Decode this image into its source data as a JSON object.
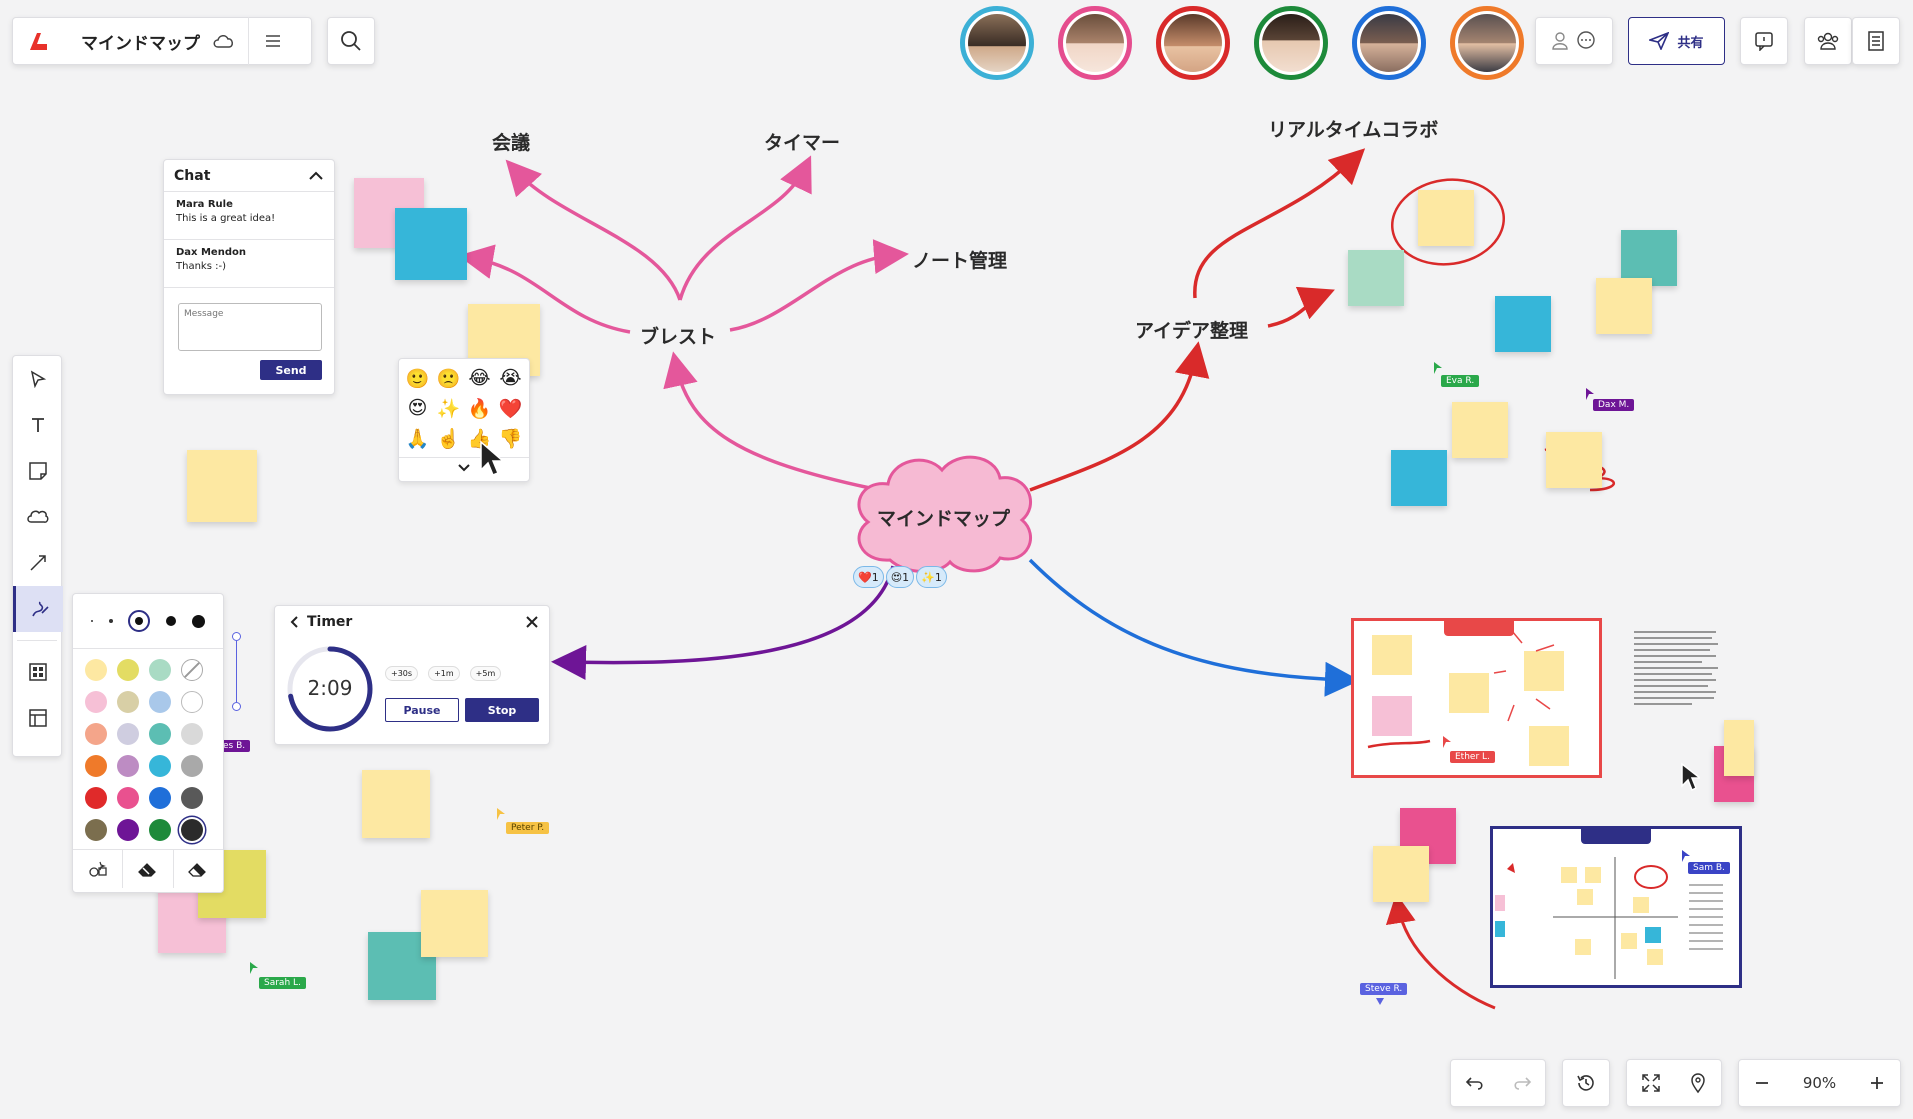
{
  "header": {
    "title": "マインドマップ",
    "share_label": "共有"
  },
  "mindmap": {
    "center": "マインドマップ",
    "brainstorm": "ブレスト",
    "meeting": "会議",
    "timer": "タイマー",
    "notes": "ノート管理",
    "ideas": "アイデア整理",
    "realtime": "リアルタイムコラボ"
  },
  "reactions": [
    {
      "emoji": "❤️",
      "count": "1"
    },
    {
      "emoji": "😍",
      "count": "1"
    },
    {
      "emoji": "✨",
      "count": "1"
    }
  ],
  "chat": {
    "title": "Chat",
    "messages": [
      {
        "author": "Mara Rule",
        "text": "This is a great idea!"
      },
      {
        "author": "Dax Mendon",
        "text": "Thanks :-)"
      }
    ],
    "placeholder": "Message",
    "send_label": "Send"
  },
  "timer": {
    "title": "Timer",
    "time": "2:09",
    "add_options": [
      "+30s",
      "+1m",
      "+5m"
    ],
    "pause_label": "Pause",
    "stop_label": "Stop",
    "remaining_fraction": 0.72
  },
  "emoji_picker": {
    "emojis": [
      "🙂",
      "🙁",
      "😂",
      "😭",
      "😍",
      "✨",
      "🔥",
      "❤️",
      "🙏",
      "☝️",
      "👍",
      "👎"
    ]
  },
  "pen_palette": {
    "colors": [
      "#fde8a2",
      "#e3dc63",
      "#a9dbc4",
      "none",
      "#f6c0d6",
      "#d8cfa6",
      "#a9c8ea",
      "#ffffff",
      "#f4a58a",
      "#cfcde0",
      "#5cbeb3",
      "#d9d9d9",
      "#ef7a2a",
      "#bd8cc3",
      "#36b6d9",
      "#a9a9a9",
      "#e02a2a",
      "#e9518f",
      "#1f6fd9",
      "#595959",
      "#7b6e4e",
      "#6e1596",
      "#1d8a3a",
      "#2b2b2b"
    ]
  },
  "cursors": [
    {
      "name": "Eva R.",
      "color": "#2aa84a"
    },
    {
      "name": "Dax M.",
      "color": "#6e1596"
    },
    {
      "name": "Peter P.",
      "color": "#f6c244"
    },
    {
      "name": "Sarah L.",
      "color": "#2aa84a"
    },
    {
      "name": "Ether L.",
      "color": "#e84848"
    },
    {
      "name": "Sam B.",
      "color": "#3a44c6"
    },
    {
      "name": "Steve R.",
      "color": "#5a62e0"
    },
    {
      "name": "es B.",
      "color": "#6e1596"
    }
  ],
  "zoom": {
    "level": "90%"
  },
  "avatars": [
    {
      "ring": "#3cb0d6"
    },
    {
      "ring": "#e54d8e"
    },
    {
      "ring": "#d92a2a"
    },
    {
      "ring": "#1d8a3a"
    },
    {
      "ring": "#1f6fd9"
    },
    {
      "ring": "#ef7a2a"
    }
  ]
}
